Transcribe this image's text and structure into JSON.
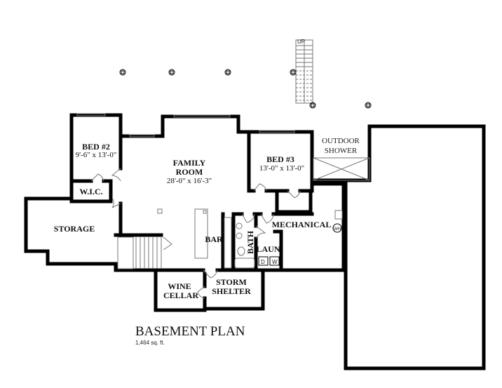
{
  "plan": {
    "title": "BASEMENT PLAN",
    "area": "1,464 sq. ft."
  },
  "rooms": {
    "bed2": {
      "name": "BED #2",
      "size": "9'-6\" x 13'-0\""
    },
    "wic": {
      "name": "W.I.C."
    },
    "family": {
      "name_line1": "FAMILY",
      "name_line2": "ROOM",
      "size": "28'-0\" x 16'-3\""
    },
    "bed3": {
      "name": "BED #3",
      "size": "13'-0\" x 13'-0\""
    },
    "outdoor_shower": {
      "line1": "OUTDOOR",
      "line2": "SHOWER"
    },
    "storage": {
      "name": "STORAGE"
    },
    "mechanical": {
      "name": "MECHANICAL"
    },
    "bar": {
      "name": "BAR"
    },
    "bath": {
      "name": "BATH"
    },
    "laundry": {
      "name": "LAUN."
    },
    "wine": {
      "line1": "WINE",
      "line2": "CELLAR"
    },
    "storm": {
      "line1": "STORM",
      "line2": "SHELTER"
    }
  },
  "fixtures": {
    "stair_up": "UP",
    "water_heater": "WH",
    "dryer": "D",
    "washer": "W"
  }
}
